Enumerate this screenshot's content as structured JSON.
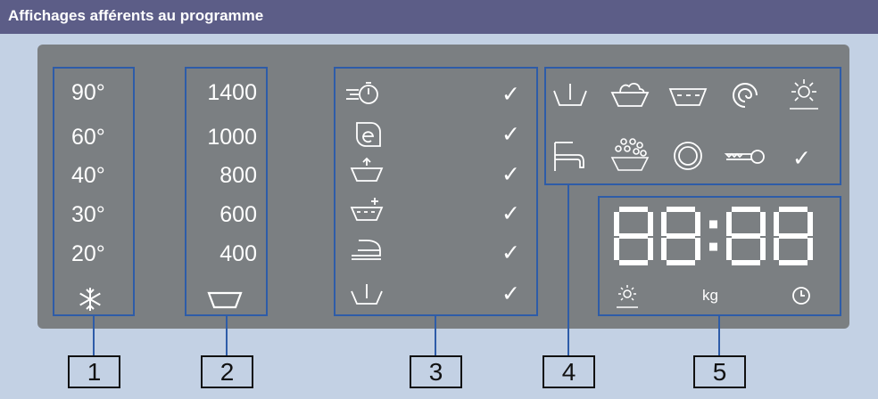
{
  "header": {
    "title": "Affichages afférents au programme"
  },
  "temperatures": [
    "90°",
    "60°",
    "40°",
    "30°",
    "20°"
  ],
  "speeds": [
    "1400",
    "1000",
    "800",
    "600",
    "400"
  ],
  "program_options": [
    {
      "icon": "speed-wash-icon",
      "check": "✓"
    },
    {
      "icon": "eco-icon",
      "check": "✓"
    },
    {
      "icon": "prewash-up-icon",
      "check": "✓"
    },
    {
      "icon": "extra-rinse-icon",
      "check": "✓"
    },
    {
      "icon": "easy-iron-icon",
      "check": "✓"
    }
  ],
  "status_icons": [
    "basin-drain-icon",
    "wash-tub-icon",
    "rinse-tub-icon",
    "spin-icon",
    "sun-dry-icon",
    "tap-icon",
    "foam-icon",
    "drum-icon",
    "key-icon"
  ],
  "display": {
    "digits": "88:88",
    "kg_label": "kg"
  },
  "callouts": [
    "1",
    "2",
    "3",
    "4",
    "5"
  ],
  "colors": {
    "header": "#5c5d87",
    "panel": "#7b7f82",
    "frame": "#2e5ca8",
    "background": "#c3d1e4"
  }
}
